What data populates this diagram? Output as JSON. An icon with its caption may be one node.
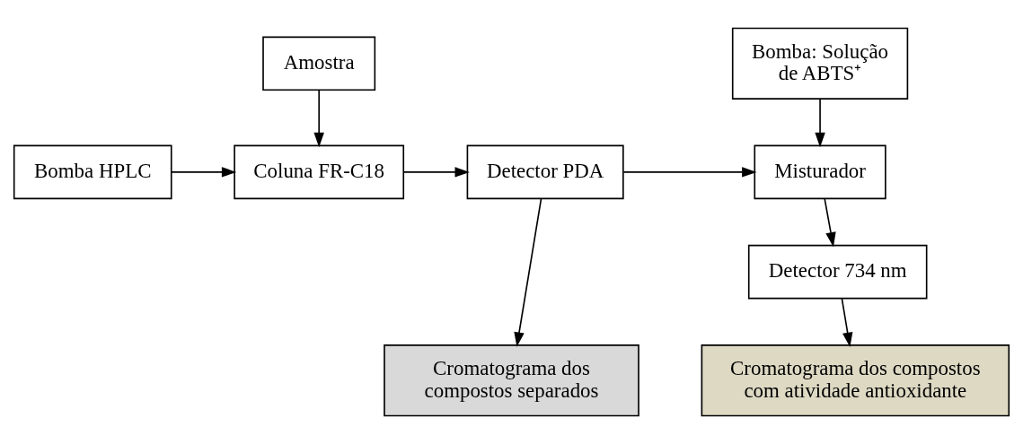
{
  "diagram": {
    "nodes": [
      {
        "text": [
          "Bomba HPLC"
        ]
      },
      {
        "text": [
          "Amostra"
        ]
      },
      {
        "text": [
          "Coluna FR-C18"
        ]
      },
      {
        "text": [
          "Detector PDA"
        ]
      },
      {
        "text": [
          "Bomba: Solução de ABTS⁺"
        ]
      },
      {
        "text": [
          "Misturador"
        ]
      },
      {
        "text": [
          "Detector 734 nm"
        ]
      },
      {
        "text": [
          "Cromatograma dos compostos separados"
        ]
      },
      {
        "text": [
          "Cromatograma dos compostos com atividade antioxidante"
        ]
      }
    ],
    "edges": [
      {
        "from": 0,
        "to": 2,
        "arrow": "to"
      },
      {
        "from": 1,
        "to": 2,
        "arrow": "to"
      },
      {
        "from": 2,
        "to": 3,
        "arrow": "to"
      },
      {
        "from": 3,
        "to": 5,
        "arrow": "to"
      },
      {
        "from": 4,
        "to": 5,
        "arrow": "to"
      },
      {
        "from": 5,
        "to": 6,
        "arrow": "to"
      },
      {
        "from": 3,
        "to": 7,
        "arrow": "to"
      },
      {
        "from": 6,
        "to": 8,
        "arrow": "to"
      }
    ]
  }
}
